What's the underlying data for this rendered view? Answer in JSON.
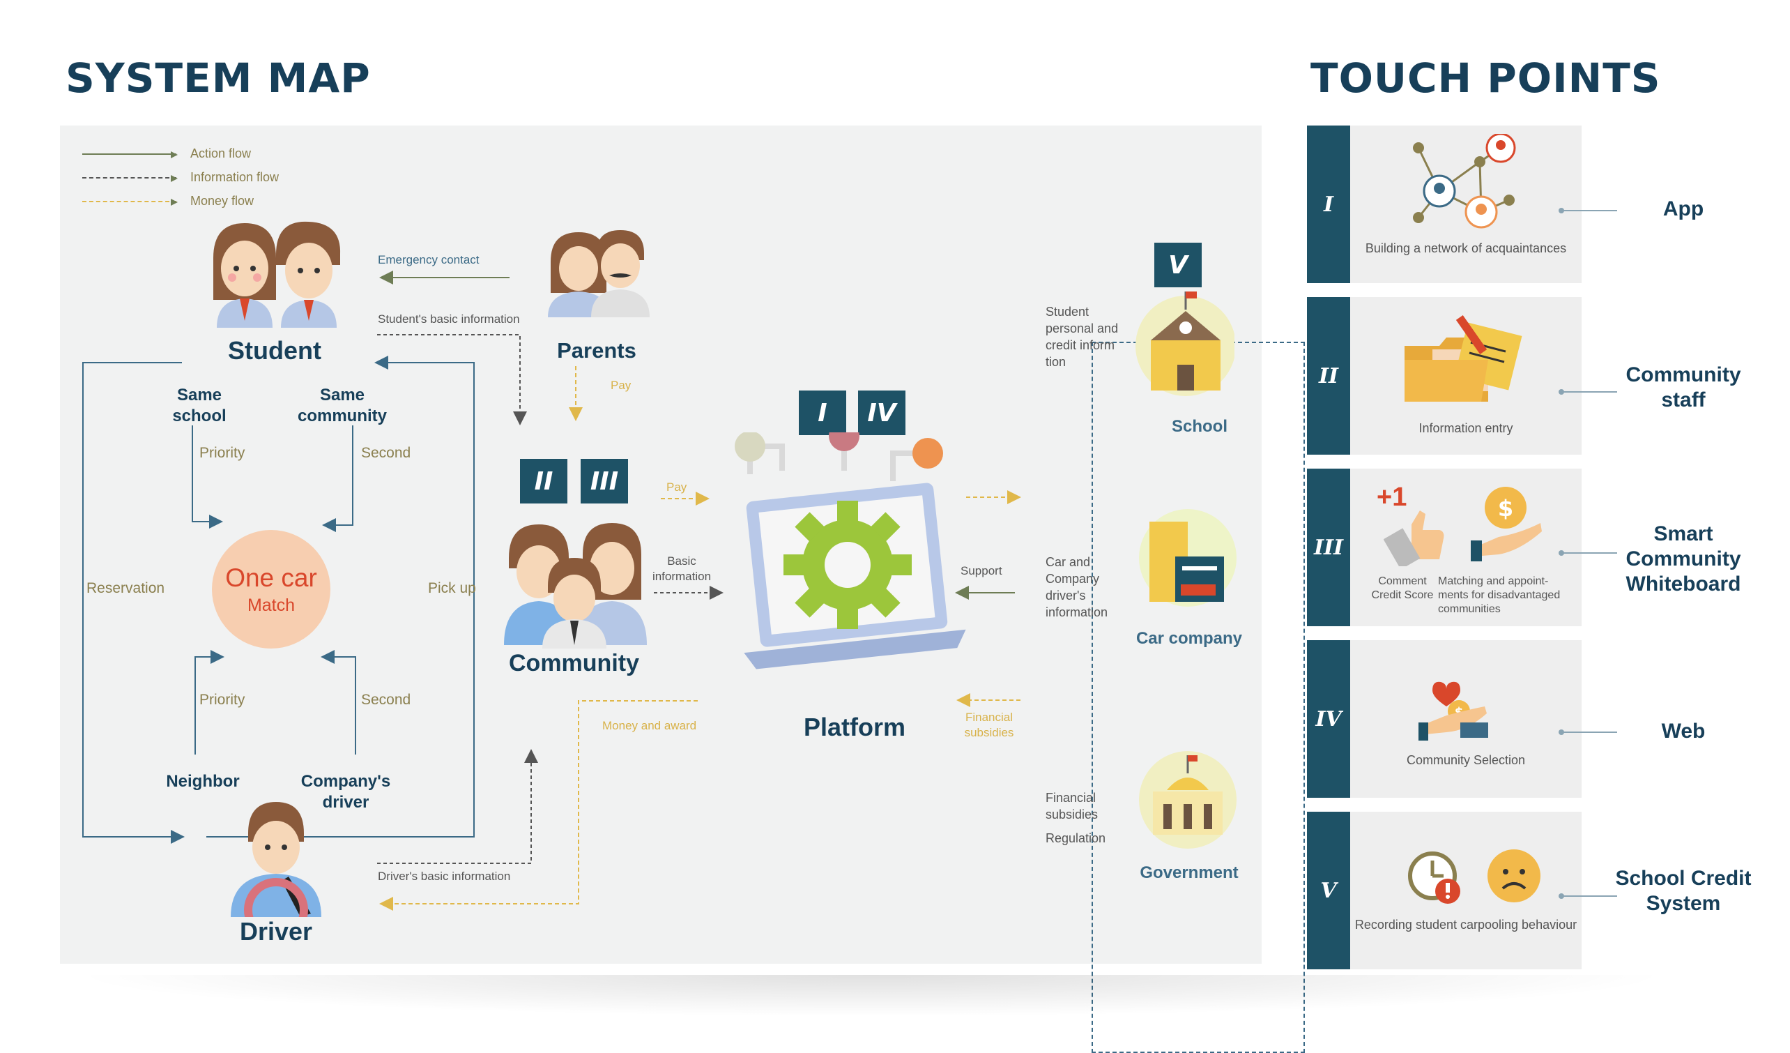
{
  "system_map": {
    "title": "SYSTEM MAP",
    "legend": {
      "action": "Action flow",
      "information": "Information flow",
      "money": "Money flow"
    },
    "student": "Student",
    "parents": "Parents",
    "community": "Community",
    "platform": "Platform",
    "driver": "Driver",
    "same_school": "Same school",
    "same_community": "Same community",
    "neighbor": "Neighbor",
    "company_driver": "Company's driver",
    "priority_top": "Priority",
    "second_top": "Second",
    "priority_bottom": "Priority",
    "second_bottom": "Second",
    "reservation": "Reservation",
    "pick_up": "Pick up",
    "match_title": "One car",
    "match_sub": "Match",
    "emergency_contact": "Emergency contact",
    "student_basic_info": "Student's basic information",
    "pay_parents": "Pay",
    "pay_community": "Pay",
    "basic_information": "Basic information",
    "money_and_award": "Money and award",
    "driver_basic_info": "Driver's basic information",
    "support": "Support",
    "financial_subsidies_flow": "Financial subsidies",
    "badges": {
      "ii": "II",
      "iii": "III",
      "i": "I",
      "iv": "IV",
      "v": "V"
    },
    "school": "School",
    "school_info": "Student personal and credit inform tion",
    "car_company": "Car company",
    "car_company_info": "Car and Company driver's information",
    "government": "Government",
    "gov_info_1": "Financial subsidies",
    "gov_info_2": "Regulation"
  },
  "touch_points": {
    "title": "TOUCH POINTS",
    "items": [
      {
        "numeral": "I",
        "caption": "Building a network of acquaintances",
        "label": "App"
      },
      {
        "numeral": "II",
        "caption": "Information entry",
        "label": "Community staff"
      },
      {
        "numeral": "III",
        "caption_a": "Comment Credit Score",
        "caption_b": "Matching and appoint- ments for disadvantaged communities",
        "plus": "+1",
        "label": "Smart Community Whiteboard"
      },
      {
        "numeral": "IV",
        "caption": "Community Selection",
        "label": "Web"
      },
      {
        "numeral": "V",
        "caption": "Recording student carpooling behaviour",
        "label": "School Credit System"
      }
    ]
  },
  "colors": {
    "navy": "#173f59",
    "badge": "#1e5266",
    "action_flow": "#6e7d55",
    "information_flow": "#555555",
    "money_flow": "#e0b84a",
    "match": "#f7ceb0",
    "gear": "#9cc63b"
  }
}
